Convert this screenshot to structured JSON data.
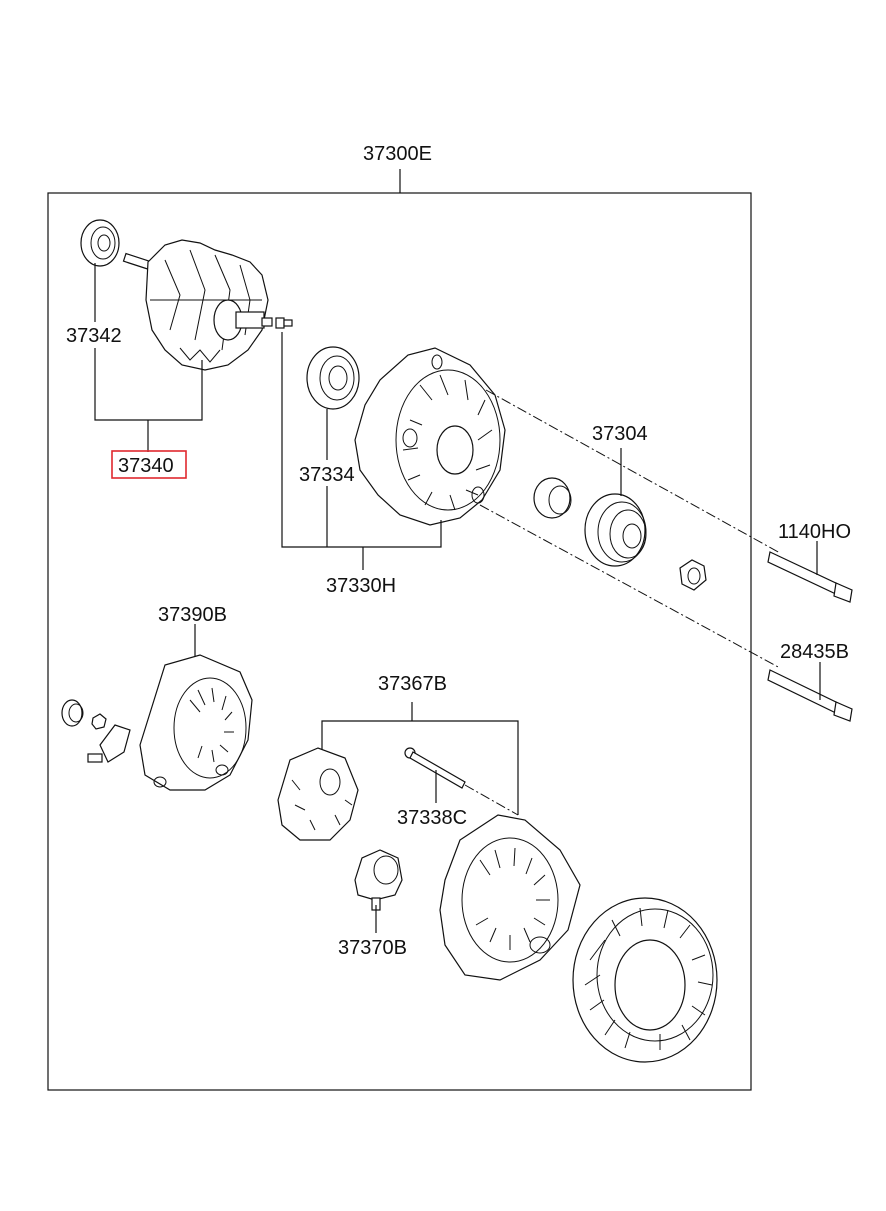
{
  "labels": {
    "assembly": "37300E",
    "bearing_front": "37342",
    "rotor_assy": "37340",
    "bearing_rear": "37334",
    "front_bracket_assy": "37330H",
    "pulley": "37304",
    "bolt_long": "1140HO",
    "bolt_through": "28435B",
    "rear_cover": "37390B",
    "rear_bracket_assy": "37367B",
    "bolt_rear": "37338C",
    "regulator": "37370B"
  },
  "highlight": {
    "part": "37340",
    "color": "#e0282e"
  },
  "colors": {
    "line": "#111111",
    "background": "#ffffff"
  }
}
